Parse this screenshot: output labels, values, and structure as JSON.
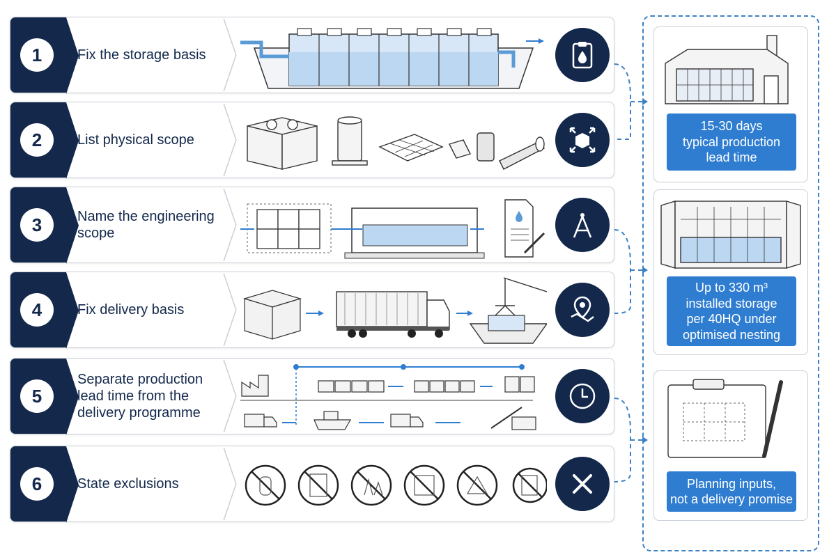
{
  "steps": [
    {
      "num": "1",
      "label": "Fix the storage basis",
      "icon": "clipboard-water-drop-icon"
    },
    {
      "num": "2",
      "label": "List physical scope",
      "icon": "expand-box-icon"
    },
    {
      "num": "3",
      "label": "Name the engineering scope",
      "icon": "compass-pencil-icon"
    },
    {
      "num": "4",
      "label": "Fix delivery basis",
      "icon": "map-pin-icon"
    },
    {
      "num": "5",
      "label": "Separate production lead time from the delivery programme",
      "icon": "clock-icon"
    },
    {
      "num": "6",
      "label": "State exclusions",
      "icon": "x-mark-icon"
    }
  ],
  "side_notes": [
    "15-30 days\ntypical production\nlead time",
    "Up to 330 m³\ninstalled storage\nper 40HQ under\noptimised nesting",
    "Planning inputs,\nnot a delivery promise"
  ],
  "colors": {
    "navy": "#13284b",
    "blue": "#2f7dd1",
    "water": "#bcd7f2",
    "line": "#3b82c4"
  }
}
